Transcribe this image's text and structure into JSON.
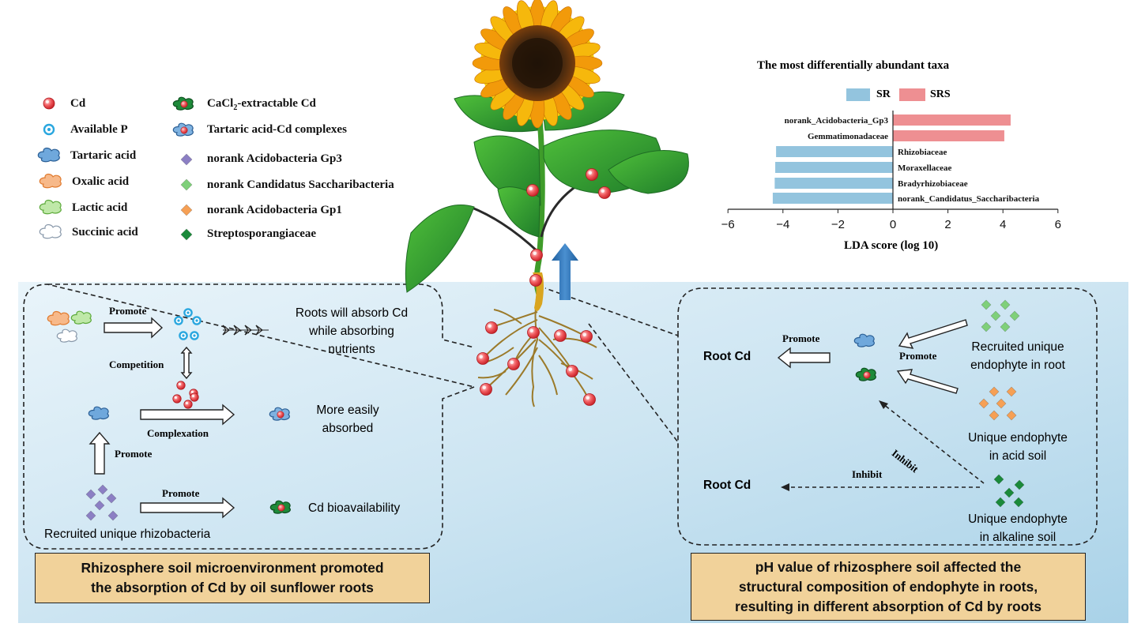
{
  "legend": {
    "left": [
      {
        "label": "Cd",
        "icon": "cd-ion-icon"
      },
      {
        "label": "Available P",
        "icon": "available-p-icon"
      },
      {
        "label": "Tartaric acid",
        "icon": "tartaric-acid-icon"
      },
      {
        "label": "Oxalic acid",
        "icon": "oxalic-acid-icon"
      },
      {
        "label": "Lactic acid",
        "icon": "lactic-acid-icon"
      },
      {
        "label": "Succinic acid",
        "icon": "succinic-acid-icon"
      }
    ],
    "right": [
      {
        "label": "CaCl",
        "sub": "2",
        "suffix": "-extractable Cd",
        "icon": "cacl2-cd-icon"
      },
      {
        "label": "Tartaric acid-Cd complexes",
        "icon": "tartaric-cd-complex-icon"
      },
      {
        "label": "norank Acidobacteria Gp3",
        "icon": "gp3-diamond-icon"
      },
      {
        "label": "norank Candidatus Saccharibacteria",
        "icon": "saccharibacteria-diamond-icon"
      },
      {
        "label": "norank Acidobacteria Gp1",
        "icon": "gp1-diamond-icon"
      },
      {
        "label": "Streptosporangiaceae",
        "icon": "streptosporangiaceae-diamond-icon"
      }
    ]
  },
  "colors": {
    "cd": "#e8383d",
    "available_p": "#2aa7df",
    "tartaric": "#5b9bd5",
    "oxalic": "#f4a460",
    "lactic": "#8fd16a",
    "succinic": "#c8d0dc",
    "cacl2": "#1e8a3a",
    "gp3": "#8c7fc4",
    "saccharibacteria": "#7fd07a",
    "gp1": "#f6a055",
    "streptosporangiaceae": "#1b8a3a",
    "sr": "#93c4de",
    "srs": "#ee8f92",
    "soil": "#c6e2f1",
    "title_box": "#f1d29a",
    "arrow_blue": "#2e75b6"
  },
  "chart_data": {
    "type": "bar",
    "title": "The most differentially abundant taxa",
    "xlabel": "LDA score (log 10)",
    "ylabel": "",
    "xlim": [
      -6,
      6
    ],
    "xticks": [
      "−6",
      "−4",
      "−2",
      "0",
      "2",
      "4",
      "6"
    ],
    "xtick_values": [
      -6,
      -4,
      -2,
      0,
      2,
      4,
      6
    ],
    "legend": [
      {
        "name": "SR",
        "color": "#93c4de"
      },
      {
        "name": "SRS",
        "color": "#ee8f92"
      }
    ],
    "categories": [
      "norank_Acidobacteria_Gp3",
      "Gemmatimonadaceae",
      "Rhizobiaceae",
      "Moraxellaceae",
      "Bradyrhizobiaceae",
      "norank_Candidatus_Saccharibacteria"
    ],
    "values": [
      4.28,
      4.05,
      -4.25,
      -4.28,
      -4.3,
      -4.37
    ],
    "groups": [
      "SRS",
      "SRS",
      "SR",
      "SR",
      "SR",
      "SR"
    ]
  },
  "left_panel": {
    "promote_1": "Promote",
    "roots_absorb": [
      "Roots will absorb Cd",
      "while absorbing",
      "nutrients"
    ],
    "competition": "Competition",
    "complexation": "Complexation",
    "more_easily": [
      "More easily",
      "absorbed"
    ],
    "promote_2": "Promote",
    "promote_3": "Promote",
    "cd_bioavailability": "Cd bioavailability",
    "recruited_rhizobacteria": "Recruited unique rhizobacteria",
    "title": [
      "Rhizosphere soil microenvironment promoted",
      "the absorption of Cd by oil sunflower roots"
    ]
  },
  "right_panel": {
    "promote_1": "Promote",
    "promote_2": "Promote",
    "root_cd_1": "Root Cd",
    "root_cd_2": "Root Cd",
    "inhibit_1": "Inhibit",
    "inhibit_2": "Inhibit",
    "recruited_root": [
      "Recruited unique",
      "endophyte in root"
    ],
    "acid_soil": [
      "Unique endophyte",
      "in acid soil"
    ],
    "alkaline_soil": [
      "Unique endophyte",
      "in alkaline soil"
    ],
    "title": [
      "pH value of rhizosphere soil affected the",
      "structural composition of endophyte in roots,",
      "resulting in different absorption of Cd by roots"
    ]
  }
}
